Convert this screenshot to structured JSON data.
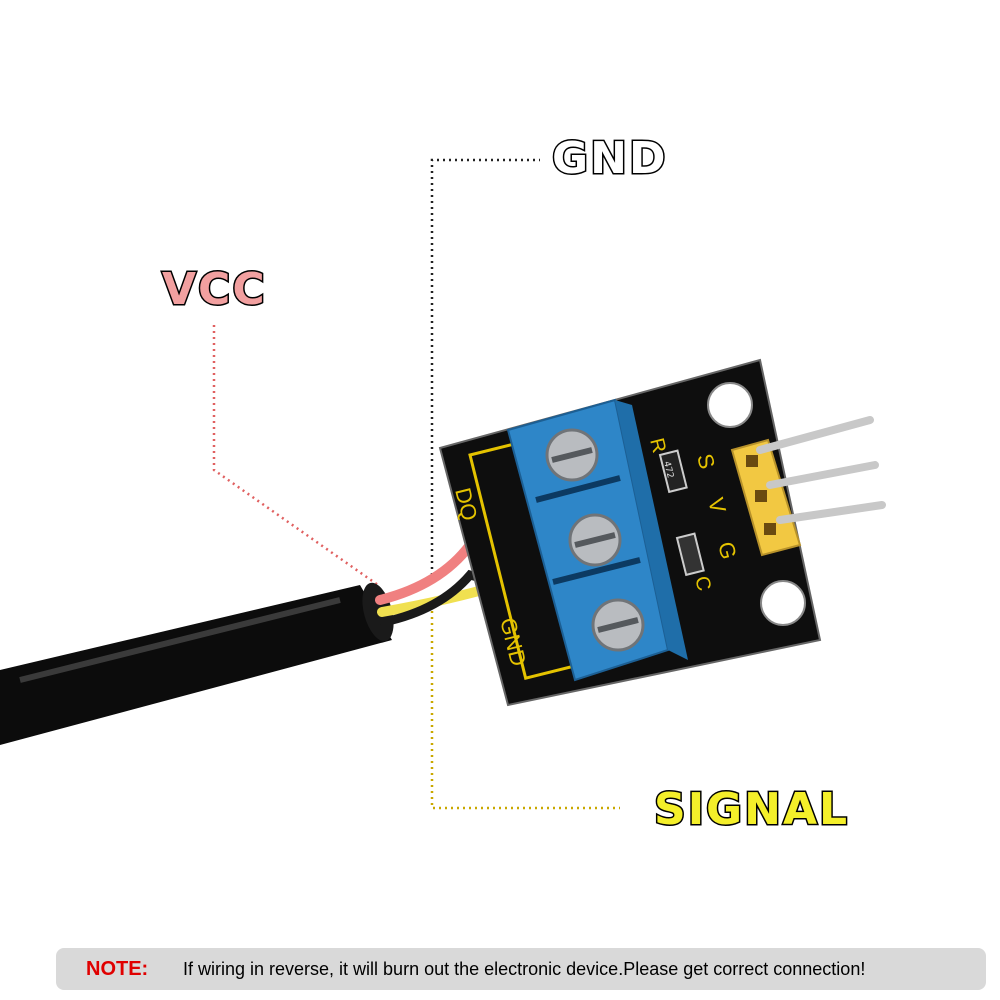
{
  "callouts": {
    "gnd": "GND",
    "vcc": "VCC",
    "signal": "SIGNAL"
  },
  "board": {
    "silk_dq": "DQ",
    "silk_gnd": "GND",
    "pin_s": "S",
    "pin_v": "V",
    "pin_g": "G",
    "silk_r": "R",
    "silk_c": "C",
    "resistor_code": "472"
  },
  "note": {
    "label": "NOTE:",
    "text": "If wiring in reverse, it will burn out the electronic device.Please get correct connection!"
  },
  "colors": {
    "gnd_line": "#222222",
    "vcc_line": "#e06060",
    "signal_line": "#c9a800",
    "terminal_block": "#2e86c8",
    "pcb": "#111111",
    "header": "#f5c542"
  },
  "icons": [
    "screw-icon",
    "pin-header-icon",
    "mounting-hole-icon"
  ]
}
